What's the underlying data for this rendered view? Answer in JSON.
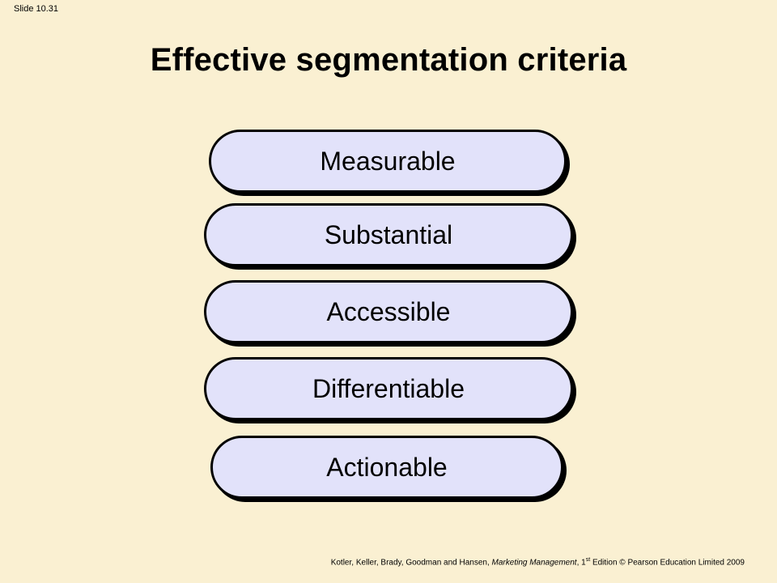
{
  "slide": {
    "number": "Slide 10.31"
  },
  "title": "Effective segmentation criteria",
  "criteria": [
    {
      "label": "Measurable"
    },
    {
      "label": "Substantial"
    },
    {
      "label": "Accessible"
    },
    {
      "label": "Differentiable"
    },
    {
      "label": "Actionable"
    }
  ],
  "footer": {
    "authors": "Kotler, Keller, Brady, Goodman and Hansen, ",
    "book": "Marketing Management",
    "edition_num": ", 1",
    "edition_sup": "st",
    "rest": " Edition © Pearson Education Limited 2009"
  }
}
